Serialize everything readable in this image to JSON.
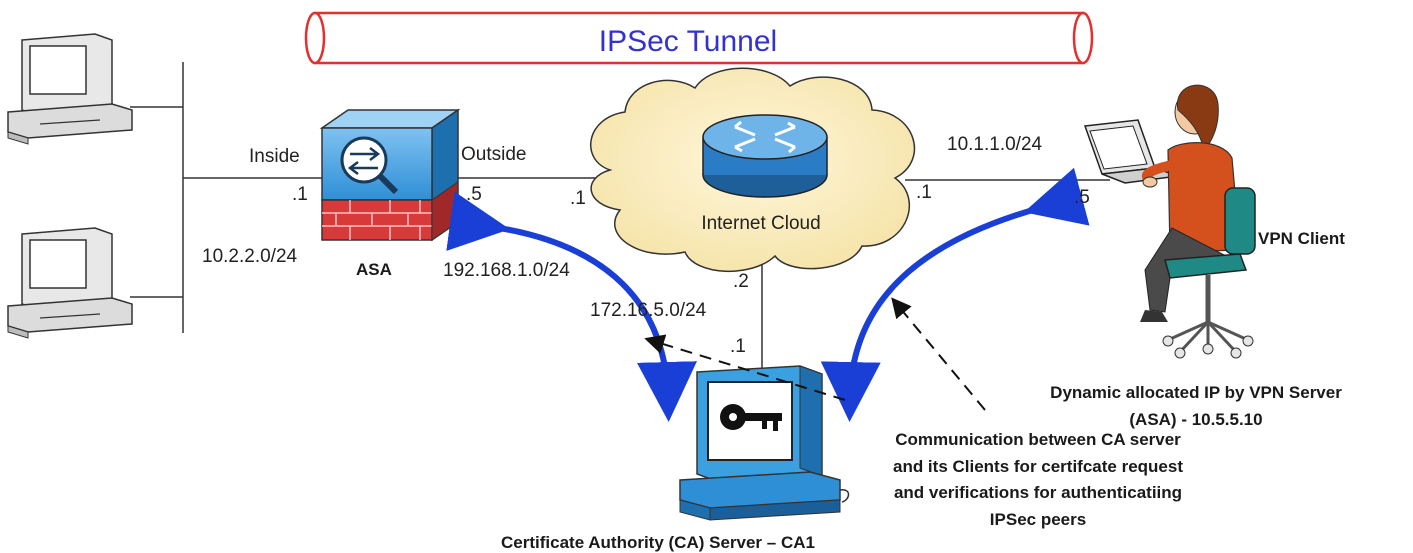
{
  "tunnel": {
    "label": "IPSec Tunnel"
  },
  "asa": {
    "label": "ASA",
    "inside_label": "Inside",
    "outside_label": "Outside",
    "inside_ip": ".1",
    "outside_ip": ".5"
  },
  "networks": {
    "inside": "10.2.2.0/24",
    "outside": "192.168.1.0/24",
    "ca_link": "172.16.5.0/24",
    "client": "10.1.1.0/24"
  },
  "cloud": {
    "label": "Internet Cloud",
    "left_ip": ".1",
    "right_ip": ".1",
    "bottom_ip": ".2"
  },
  "ca": {
    "label": "Certificate Authority (CA) Server – CA1",
    "ip": ".1"
  },
  "vpn_client": {
    "label": "VPN Client",
    "ip": ".5"
  },
  "notes": {
    "dynamic_ip": [
      "Dynamic allocated IP by VPN Server",
      "(ASA) - 10.5.5.10"
    ],
    "communication": [
      "Communication between CA server",
      "and its Clients for certifcate request",
      "and verifications for authenticatiing",
      "IPSec peers"
    ]
  },
  "colors": {
    "tunnel": "#e03030",
    "arrow": "#1a3fd6",
    "asa_body": "#2e8fd6",
    "asa_wall": "#d83a3a"
  }
}
